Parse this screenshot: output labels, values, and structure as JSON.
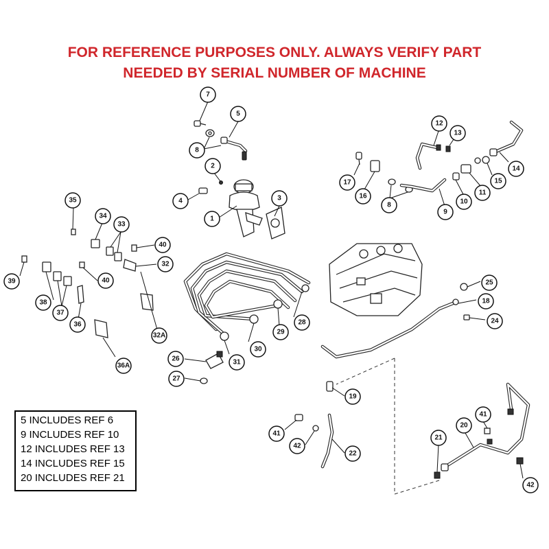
{
  "notice": {
    "line1": "FOR REFERENCE PURPOSES ONLY. ALWAYS VERIFY PART",
    "line2": "NEEDED BY SERIAL NUMBER OF MACHINE",
    "color": "#d0262b"
  },
  "notes": [
    "5 INCLUDES REF 6",
    "9 INCLUDES REF 10",
    "12 INCLUDES REF 13",
    "14 INCLUDES REF 15",
    "20 INCLUDES REF 21"
  ],
  "callouts": [
    "7",
    "5",
    "8",
    "2",
    "4",
    "1",
    "3",
    "12",
    "13",
    "14",
    "17",
    "16",
    "8",
    "9",
    "10",
    "11",
    "15",
    "35",
    "34",
    "33",
    "40",
    "32",
    "39",
    "40",
    "38",
    "37",
    "36",
    "32A",
    "36A",
    "25",
    "18",
    "24",
    "29",
    "28",
    "30",
    "31",
    "26",
    "27",
    "19",
    "41",
    "42",
    "22",
    "20",
    "41",
    "21",
    "42"
  ]
}
